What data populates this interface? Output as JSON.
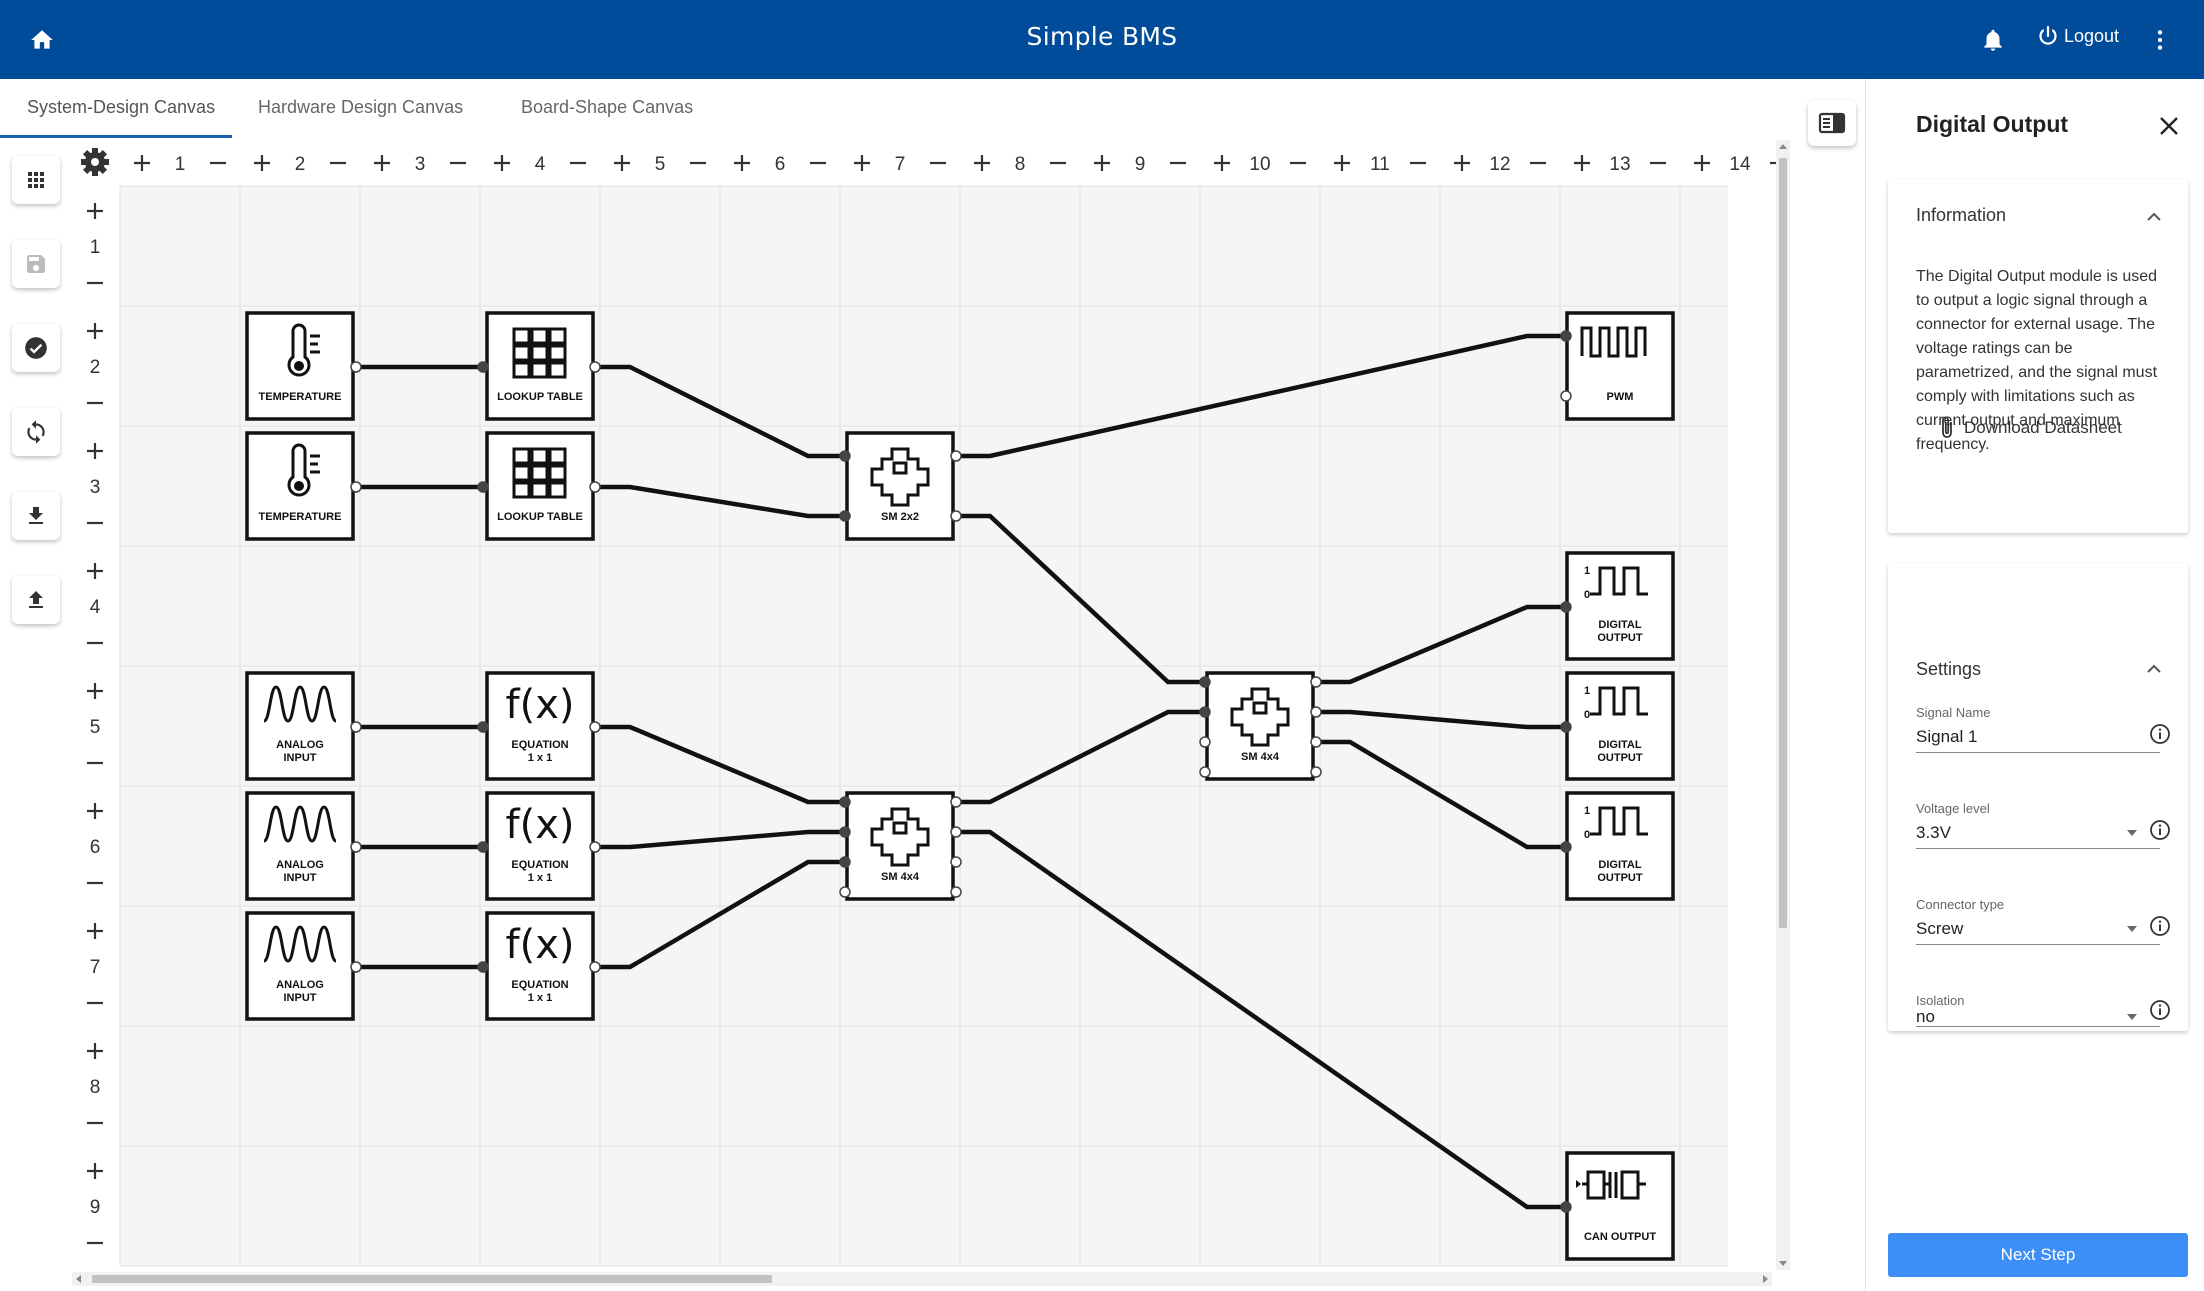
{
  "header": {
    "title": "Simple BMS",
    "logout_label": "Logout",
    "bg_color": "#004b9a"
  },
  "tabs": [
    {
      "label": "System-Design Canvas",
      "active": true
    },
    {
      "label": "Hardware Design Canvas",
      "active": false
    },
    {
      "label": "Board-Shape Canvas",
      "active": false
    }
  ],
  "toolbar": {
    "items": [
      "apps-icon",
      "save-icon",
      "check-circle-icon",
      "sync-icon",
      "download-icon",
      "upload-icon"
    ]
  },
  "grid": {
    "columns": [
      "1",
      "2",
      "3",
      "4",
      "5",
      "6",
      "7",
      "8",
      "9",
      "10",
      "11",
      "12",
      "13",
      "14"
    ],
    "rows": [
      "1",
      "2",
      "3",
      "4",
      "5",
      "6",
      "7",
      "8",
      "9"
    ]
  },
  "blocks": [
    {
      "label": "TEMPERATURE",
      "icon": "thermometer-icon"
    },
    {
      "label": "TEMPERATURE",
      "icon": "thermometer-icon"
    },
    {
      "label": "LOOKUP TABLE",
      "icon": "grid-table-icon"
    },
    {
      "label": "LOOKUP TABLE",
      "icon": "grid-table-icon"
    },
    {
      "label": "ANALOG INPUT",
      "icon": "wave-icon"
    },
    {
      "label": "ANALOG INPUT",
      "icon": "wave-icon"
    },
    {
      "label": "ANALOG INPUT",
      "icon": "wave-icon"
    },
    {
      "label": "EQUATION 1 x 1",
      "icon": "fx-icon"
    },
    {
      "label": "EQUATION 1 x 1",
      "icon": "fx-icon"
    },
    {
      "label": "EQUATION 1 x 1",
      "icon": "fx-icon"
    },
    {
      "label": "SM 2x2",
      "icon": "switch-matrix-icon"
    },
    {
      "label": "SM 4x4",
      "icon": "switch-matrix-icon"
    },
    {
      "label": "SM 4x4",
      "icon": "switch-matrix-icon"
    },
    {
      "label": "PWM",
      "icon": "pwm-icon"
    },
    {
      "label": "DIGITAL OUTPUT",
      "icon": "digital-output-icon"
    },
    {
      "label": "DIGITAL OUTPUT",
      "icon": "digital-output-icon"
    },
    {
      "label": "DIGITAL OUTPUT",
      "icon": "digital-output-icon"
    },
    {
      "label": "CAN OUTPUT",
      "icon": "can-output-icon"
    }
  ],
  "panel": {
    "title": "Digital Output",
    "information": {
      "heading": "Information",
      "description": "The Digital Output module is used to output a logic signal through a connector for external usage. The voltage ratings can be parametrized, and the signal must comply with limitations such as current output and maximum frequency.",
      "download_label": "Download Datasheet"
    },
    "settings": {
      "heading": "Settings",
      "signal_name_label": "Signal Name",
      "signal_name_value": "Signal 1",
      "voltage_label": "Voltage level",
      "voltage_value": "3.3V",
      "connector_label": "Connector type",
      "connector_value": "Screw",
      "isolation_label": "Isolation",
      "isolation_value": "no"
    },
    "next_step_label": "Next Step",
    "accent_color": "#3e8ef7"
  }
}
